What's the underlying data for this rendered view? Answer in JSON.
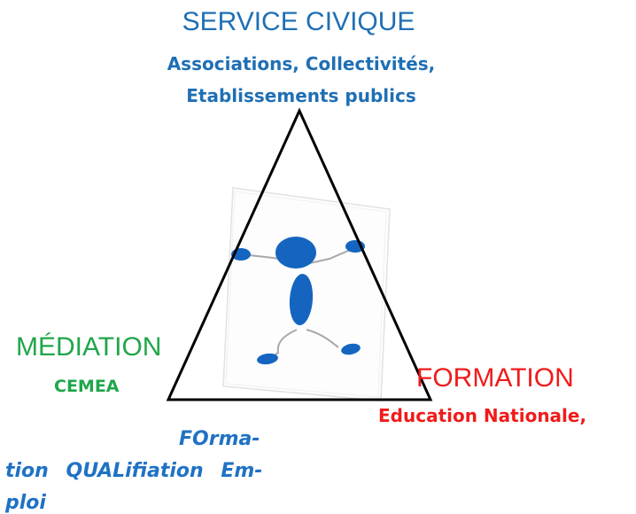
{
  "top": {
    "heading": "SERVICE CIVIQUE",
    "sub_line_1": "Associations, Collectivités,",
    "sub_line_2": "Etablissements publics"
  },
  "left": {
    "heading": "MÉDIATION",
    "sub": "CEMEA"
  },
  "right": {
    "heading": "FORMATION",
    "sub": "Education Nationale,"
  },
  "bottom": {
    "line_1": "FOrma-",
    "line_2": "tion QUALifiation Em-",
    "line_3": "ploi"
  },
  "colors": {
    "blue": "#1f6fb4",
    "green": "#1fa64a",
    "red": "#f01b1b",
    "figure_blue": "#1565c0",
    "line": "#000000"
  },
  "icons": [
    "stick-figure-illustration",
    "triangle-shape"
  ]
}
